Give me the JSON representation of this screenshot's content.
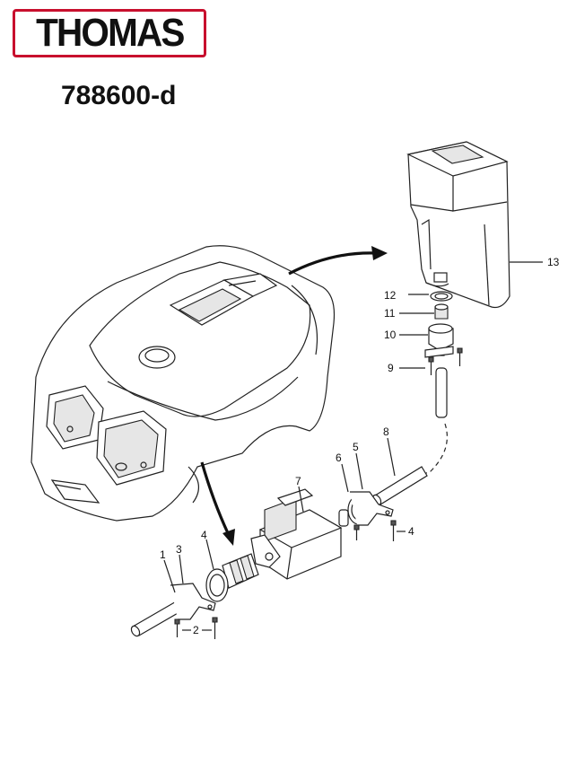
{
  "brand": {
    "logo_text": "THOMAS",
    "color": "#c8102e"
  },
  "document": {
    "code": "788600-d"
  },
  "parts": [
    {
      "id": "label-1",
      "text": "1"
    },
    {
      "id": "label-2",
      "text": "2"
    },
    {
      "id": "label-3",
      "text": "3"
    },
    {
      "id": "label-4a",
      "text": "4"
    },
    {
      "id": "label-4b",
      "text": "4"
    },
    {
      "id": "label-5",
      "text": "5"
    },
    {
      "id": "label-6",
      "text": "6"
    },
    {
      "id": "label-7",
      "text": "7"
    },
    {
      "id": "label-8",
      "text": "8"
    },
    {
      "id": "label-9",
      "text": "9"
    },
    {
      "id": "label-10",
      "text": "10"
    },
    {
      "id": "label-11",
      "text": "11"
    },
    {
      "id": "label-12",
      "text": "12"
    },
    {
      "id": "label-13",
      "text": "13"
    }
  ]
}
